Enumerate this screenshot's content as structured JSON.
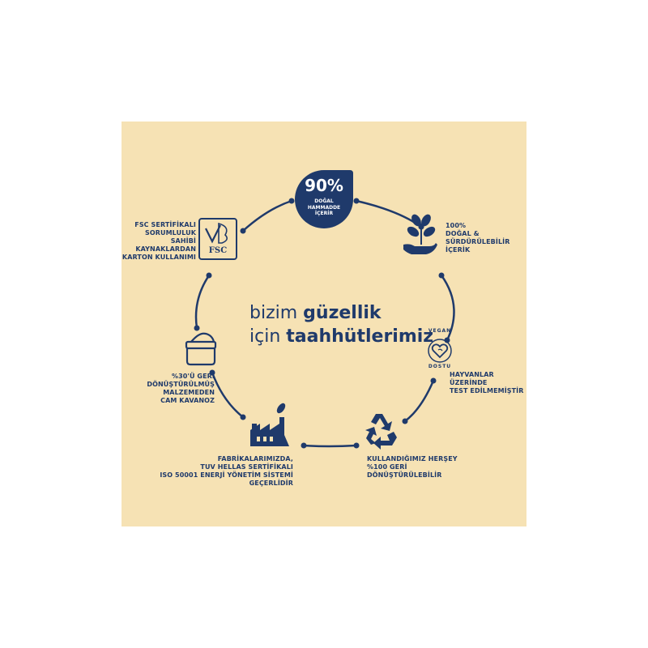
{
  "center": {
    "line1_light": "bizim ",
    "line1_bold": "güzellik",
    "line2_light": "için ",
    "line2_bold": "taahhütlerimiz"
  },
  "badge": {
    "percent": "90%",
    "text": "DOĞAL\nHAMMADDE\nİÇERİR"
  },
  "items": [
    {
      "id": "natural",
      "text": "100%\nDOĞAL &\nSÜRDÜRÜLEBİLİR\nİÇERİK",
      "icon": "plant-hand-icon"
    },
    {
      "id": "vegan",
      "logo_text_top": "VEGAN",
      "logo_text_bottom": "DOSTU",
      "text": "HAYVANLAR\nÜZERİNDE\nTEST EDİLMEMİŞTİR",
      "icon": "vegan-heart-icon"
    },
    {
      "id": "recycle",
      "text": "KULLANDIĞIMIZ HERŞEY\n%100 GERİ\nDÖNÜŞTÜRÜLEBİLİR",
      "icon": "recycle-icon"
    },
    {
      "id": "factory",
      "text": "FABRİKALARIMIZDA,\nTUV HELLAS SERTİFİKALI\nISO 50001 ENERJİ YÖNETİM SİSTEMİ\nGEÇERLİDİR",
      "icon": "factory-icon"
    },
    {
      "id": "jar",
      "text": "%30'Ü GERİ\nDÖNÜŞTÜRÜLMÜŞ\nMALZEMEDEN\nCAM KAVANOZ",
      "icon": "jar-icon"
    },
    {
      "id": "fsc",
      "logo_text": "FSC",
      "text": "FSC SERTİFİKALI\nSORUMLULUK SAHİBİ\nKAYNAKLARDAN\nKARTON KULLANIMI",
      "icon": "fsc-logo-icon"
    }
  ],
  "colors": {
    "background": "#f6e2b4",
    "navy": "#1f3a6b"
  }
}
